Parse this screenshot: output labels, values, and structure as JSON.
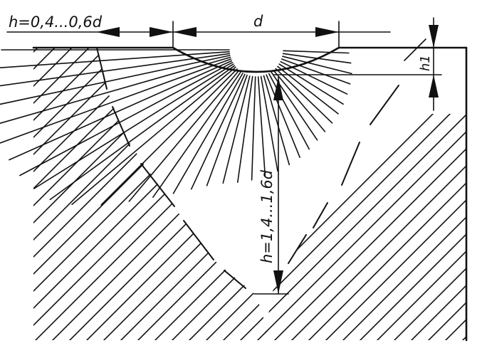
{
  "labels": {
    "outer_depth": "h=0,4...0,6d",
    "diameter": "d",
    "step": "h1",
    "inner_depth": "h=1,4...1,6d"
  },
  "colors": {
    "line": "#111111",
    "background": "#ffffff"
  }
}
